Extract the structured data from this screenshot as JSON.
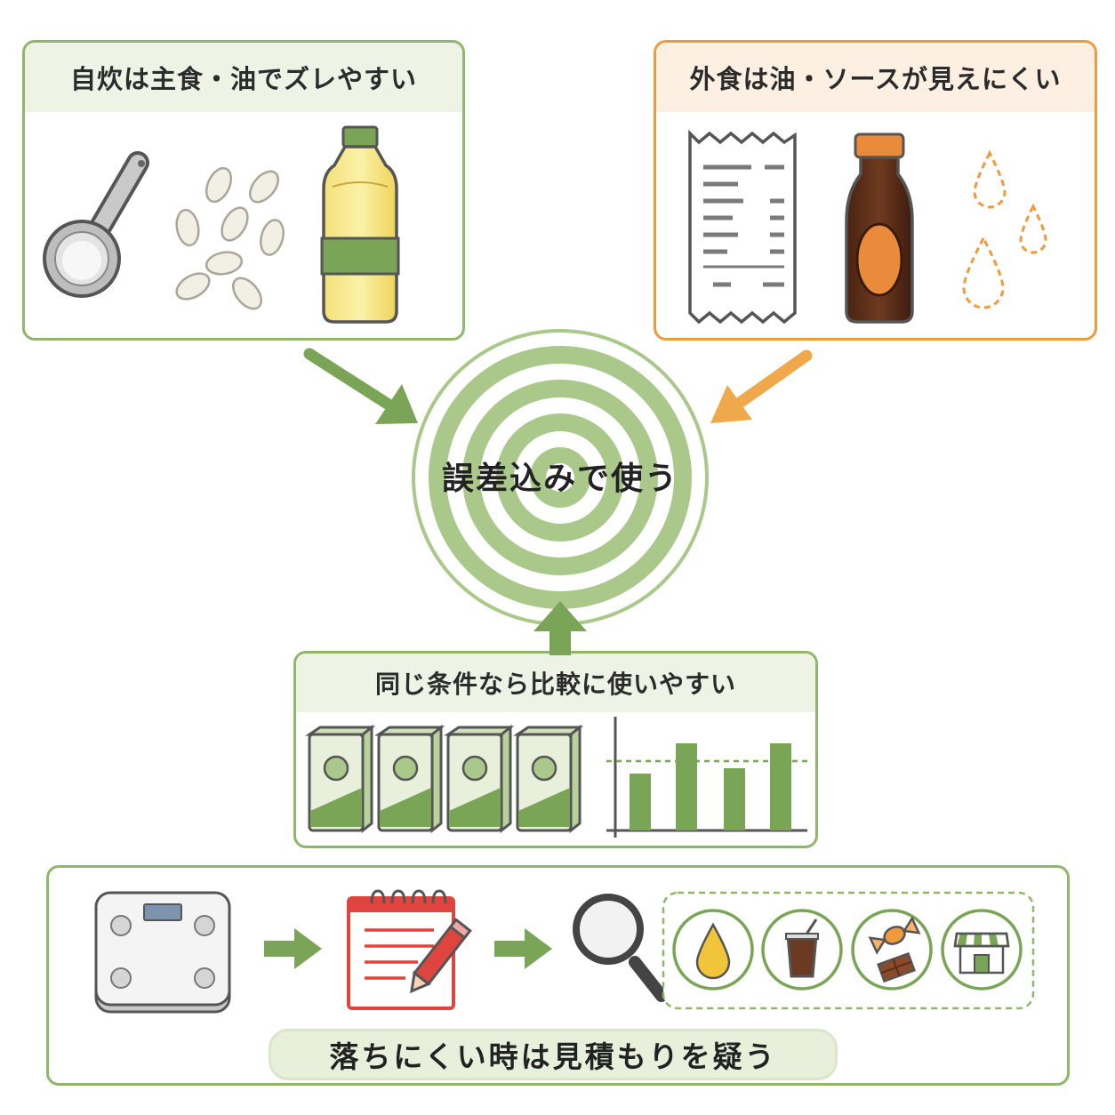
{
  "center": {
    "label": "誤差込みで使う"
  },
  "panels": {
    "home_cooking": {
      "title": "自炊は主食・油でズレやすい",
      "accent": "#7aa556",
      "head_bg": "#eef3e6"
    },
    "eating_out": {
      "title": "外食は油・ソースが見えにくい",
      "accent": "#ef9a3c",
      "head_bg": "#fdf0e3"
    },
    "comparison": {
      "title": "同じ条件なら比較に使いやすい",
      "accent": "#7aa556",
      "head_bg": "#eef3e6"
    },
    "process": {
      "caption": "落ちにくい時は見積もりを疑う",
      "accent": "#7aa556"
    }
  },
  "icons": {
    "home_cooking": [
      "measuring-spoon-icon",
      "rice-grains-icon",
      "oil-bottle-icon"
    ],
    "eating_out": [
      "receipt-icon",
      "sauce-bottle-icon",
      "oil-drops-icon"
    ],
    "process_steps": [
      "scale-icon",
      "notepad-pencil-icon",
      "magnifier-icon"
    ],
    "suspects": [
      "oil-drop-icon",
      "drink-cup-icon",
      "candy-chocolate-icon",
      "store-icon"
    ]
  },
  "colors": {
    "green": "#7aa556",
    "green_light": "#a9c88a",
    "orange": "#ef9a3c",
    "red": "#e0443f",
    "brown": "#5a2e1a"
  }
}
